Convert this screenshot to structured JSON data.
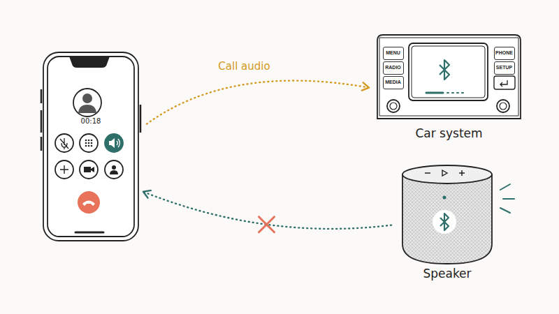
{
  "diagram": {
    "nodes": [
      {
        "text": [
          "00:18"
        ]
      },
      {
        "text": [
          "Car system"
        ]
      },
      {
        "text": [
          "MENU"
        ],
        "in": 1
      },
      {
        "text": [
          "RADIO"
        ],
        "in": 1
      },
      {
        "text": [
          "MEDIA"
        ],
        "in": 1
      },
      {
        "text": [
          "PHONE"
        ],
        "in": 1
      },
      {
        "text": [
          "SETUP"
        ],
        "in": 1
      },
      {
        "text": [
          "Speaker"
        ]
      }
    ],
    "edges": [
      {
        "from": 0,
        "to": 1,
        "label": "Call audio",
        "arrow": "to"
      },
      {
        "from": 7,
        "to": 0,
        "arrow": "to"
      }
    ]
  }
}
